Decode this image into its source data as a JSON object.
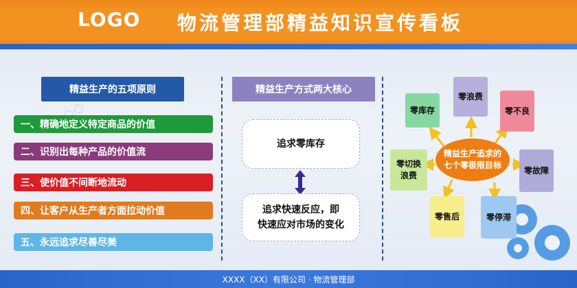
{
  "header": {
    "logo": "LOGO",
    "title": "物流管理部精益知识宣传看板"
  },
  "left": {
    "title": "精益生产的五项原则",
    "principles": [
      {
        "label": "一、精确地定义特定商品的价值",
        "color": "#1f9a3b"
      },
      {
        "label": "二、识别出每种产品的价值流",
        "color": "#8b3a7a"
      },
      {
        "label": "三、使价值不间断地流动",
        "color": "#d81f26"
      },
      {
        "label": "四、让客户从生产者方面拉动价值",
        "color": "#e07b20"
      },
      {
        "label": "五、永远追求尽善尽美",
        "color": "#5fb6e6"
      }
    ]
  },
  "middle": {
    "title": "精益生产方式两大核心",
    "core1": "追求零库存",
    "core2_line1": "追求快速反应，即",
    "core2_line2": "快速应对市场的变化"
  },
  "right": {
    "center_line1": "精益生产追求的",
    "center_line2": "七个零极限目标",
    "goals": {
      "inventory": "零库存",
      "waste": "零浪费",
      "defect": "零不良",
      "failure": "零故障",
      "stagnation": "零停滞",
      "aftersales": "零售后",
      "changeover_line1": "零切换",
      "changeover_line2": "浪费"
    }
  },
  "footer": {
    "text": "XXXX（XX）有限公司 · 物流管理部"
  },
  "colors": {
    "header": "#f39221",
    "accent_blue": "#2459a8",
    "center": "#ee7d12"
  }
}
